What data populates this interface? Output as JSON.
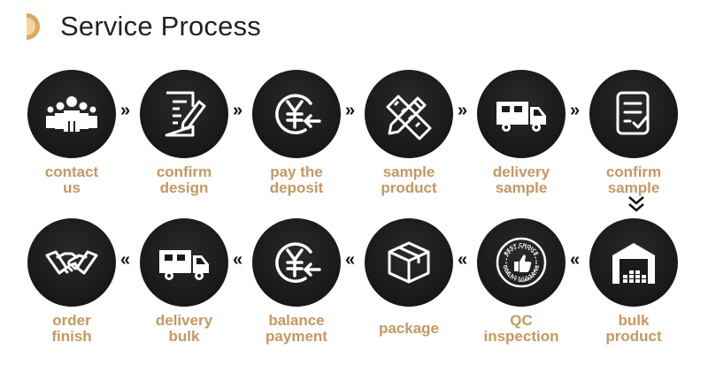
{
  "header": {
    "title": "Service Process",
    "logo_icon": "half-circle-logo-icon"
  },
  "colors": {
    "label": "#c7975f",
    "circle": "#1c1a19",
    "logo_a": "#e0a85c",
    "logo_b": "#f3d6a4"
  },
  "steps": [
    {
      "line1": "contact",
      "line2": "us",
      "icon": "people-icon"
    },
    {
      "line1": "confirm",
      "line2": "design",
      "icon": "document-pen-icon"
    },
    {
      "line1": "pay the",
      "line2": "deposit",
      "icon": "yen-coin-icon"
    },
    {
      "line1": "sample",
      "line2": "product",
      "icon": "pencil-ruler-icon"
    },
    {
      "line1": "delivery",
      "line2": "sample",
      "icon": "truck-icon"
    },
    {
      "line1": "confirm",
      "line2": "sample",
      "icon": "checklist-icon"
    },
    {
      "line1": "bulk",
      "line2": "product",
      "icon": "warehouse-icon"
    },
    {
      "line1": "QC",
      "line2": "inspection",
      "icon": "quality-badge-icon",
      "badge_top": "BEST CHOICE",
      "badge_bottom": "QUALITY GUARANTEE"
    },
    {
      "line1": "package",
      "line2": "",
      "icon": "box-icon"
    },
    {
      "line1": "balance",
      "line2": "payment",
      "icon": "yen-coin-icon"
    },
    {
      "line1": "delivery",
      "line2": "bulk",
      "icon": "truck-icon"
    },
    {
      "line1": "order",
      "line2": "finish",
      "icon": "handshake-icon"
    }
  ],
  "arrows": {
    "right": "»",
    "left": "«"
  }
}
